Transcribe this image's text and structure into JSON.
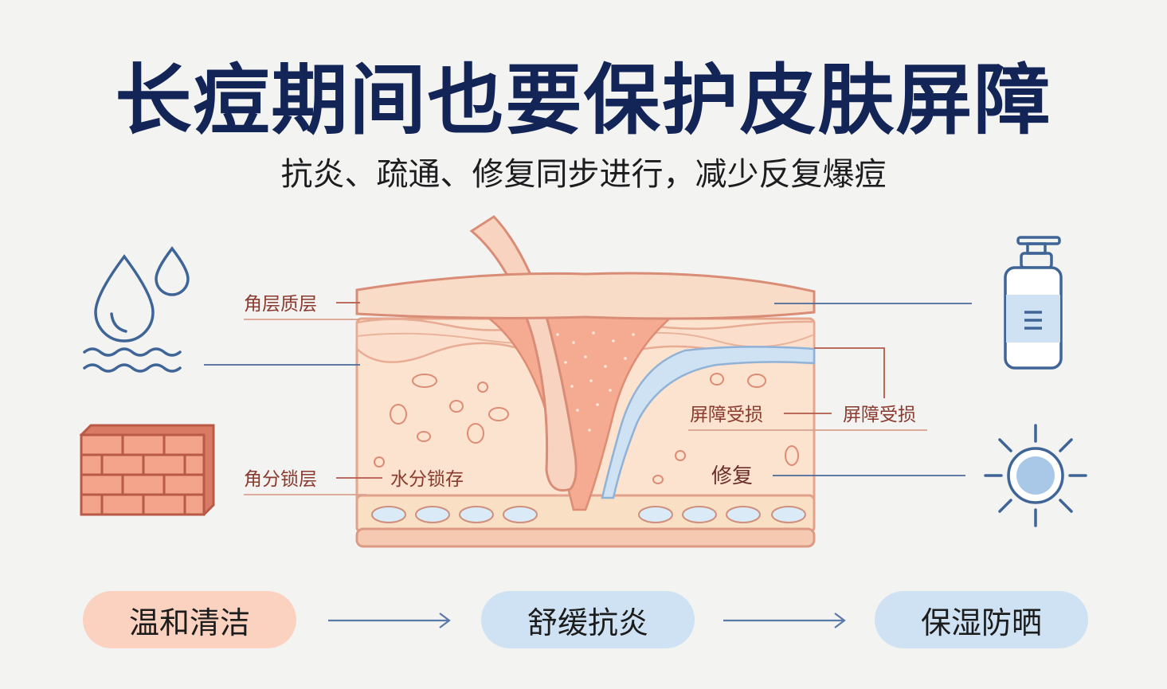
{
  "title": "长痘期间也要保护皮肤屏障",
  "subtitle": "抗炎、疏通、修复同步进行，减少反复爆痘",
  "labels": {
    "stratum_corneum": "角层质层",
    "lock_layer": "角分锁层",
    "water_lock": "水分锁存",
    "barrier_damaged_inner": "屏障受损",
    "barrier_damaged_outer": "屏障受损",
    "repair": "修复"
  },
  "steps": [
    "温和清洁",
    "舒缓抗炎",
    "保湿防晒"
  ],
  "icons": [
    "water-drops-icon",
    "brick-wall-icon",
    "pump-bottle-icon",
    "sun-icon"
  ],
  "colors": {
    "title": "#132556",
    "skin_pink": "#f3b9a2",
    "skin_light": "#fbe3cf",
    "line_blue": "#4a6a98",
    "pill_peach": "#fbd2c0",
    "pill_blue": "#cfe2f3"
  }
}
